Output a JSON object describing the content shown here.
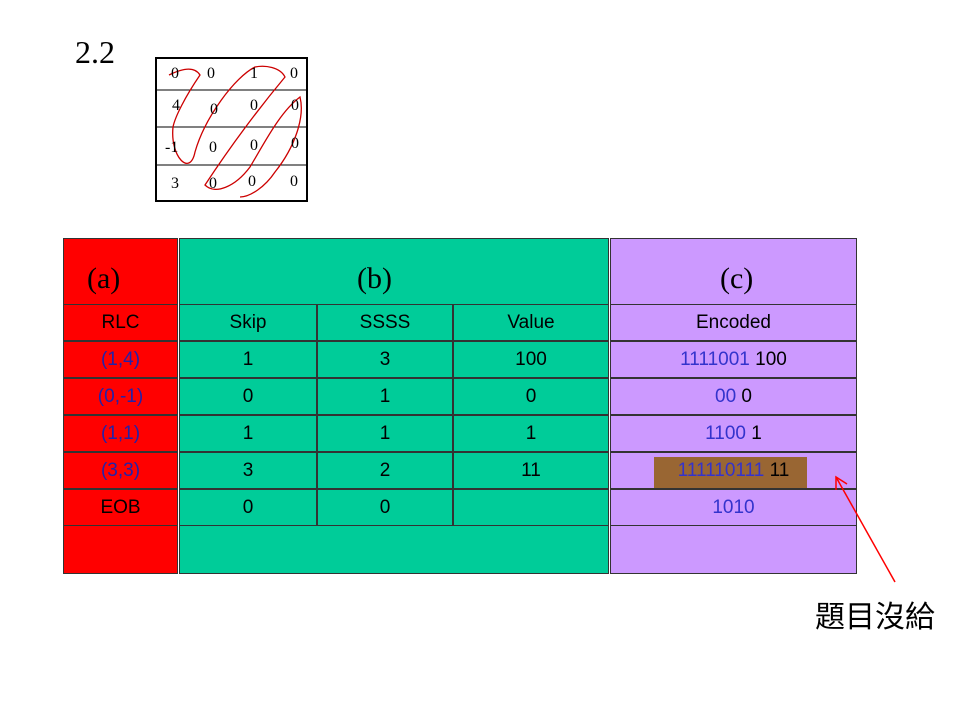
{
  "section_number": "2.2",
  "matrix": {
    "rows": [
      [
        "0",
        "0",
        "1",
        "0"
      ],
      [
        "4",
        "0",
        "0",
        "0"
      ],
      [
        "-1",
        "0",
        "0",
        "0"
      ],
      [
        "3",
        "0",
        "0",
        "0"
      ]
    ]
  },
  "section_labels": {
    "a": "(a)",
    "b": "(b)",
    "c": "(c)"
  },
  "table": {
    "headers": {
      "rlc": "RLC",
      "skip": "Skip",
      "ssss": "SSSS",
      "value": "Value",
      "encoded": "Encoded"
    },
    "rows": [
      {
        "rlc": "(1,4)",
        "skip": "1",
        "ssss": "3",
        "value": "100",
        "enc_code": "1111001",
        "enc_value": "100"
      },
      {
        "rlc": "(0,-1)",
        "skip": "0",
        "ssss": "1",
        "value": "0",
        "enc_code": "00",
        "enc_value": "0"
      },
      {
        "rlc": "(1,1)",
        "skip": "1",
        "ssss": "1",
        "value": "1",
        "enc_code": "1100",
        "enc_value": "1"
      },
      {
        "rlc": "(3,3)",
        "skip": "3",
        "ssss": "2",
        "value": "11",
        "enc_code": "111110111",
        "enc_value": "11"
      },
      {
        "rlc": "EOB",
        "skip": "0",
        "ssss": "0",
        "value": "",
        "enc_code": "1010",
        "enc_value": ""
      }
    ]
  },
  "note": "題目沒給",
  "colors": {
    "column_a": "#ff0000",
    "column_b": "#00cc99",
    "column_c": "#cc99ff",
    "highlight": "#996633",
    "encoded_code": "#3333cc",
    "arrow": "#ff0000",
    "zigzag": "#cc0000"
  }
}
